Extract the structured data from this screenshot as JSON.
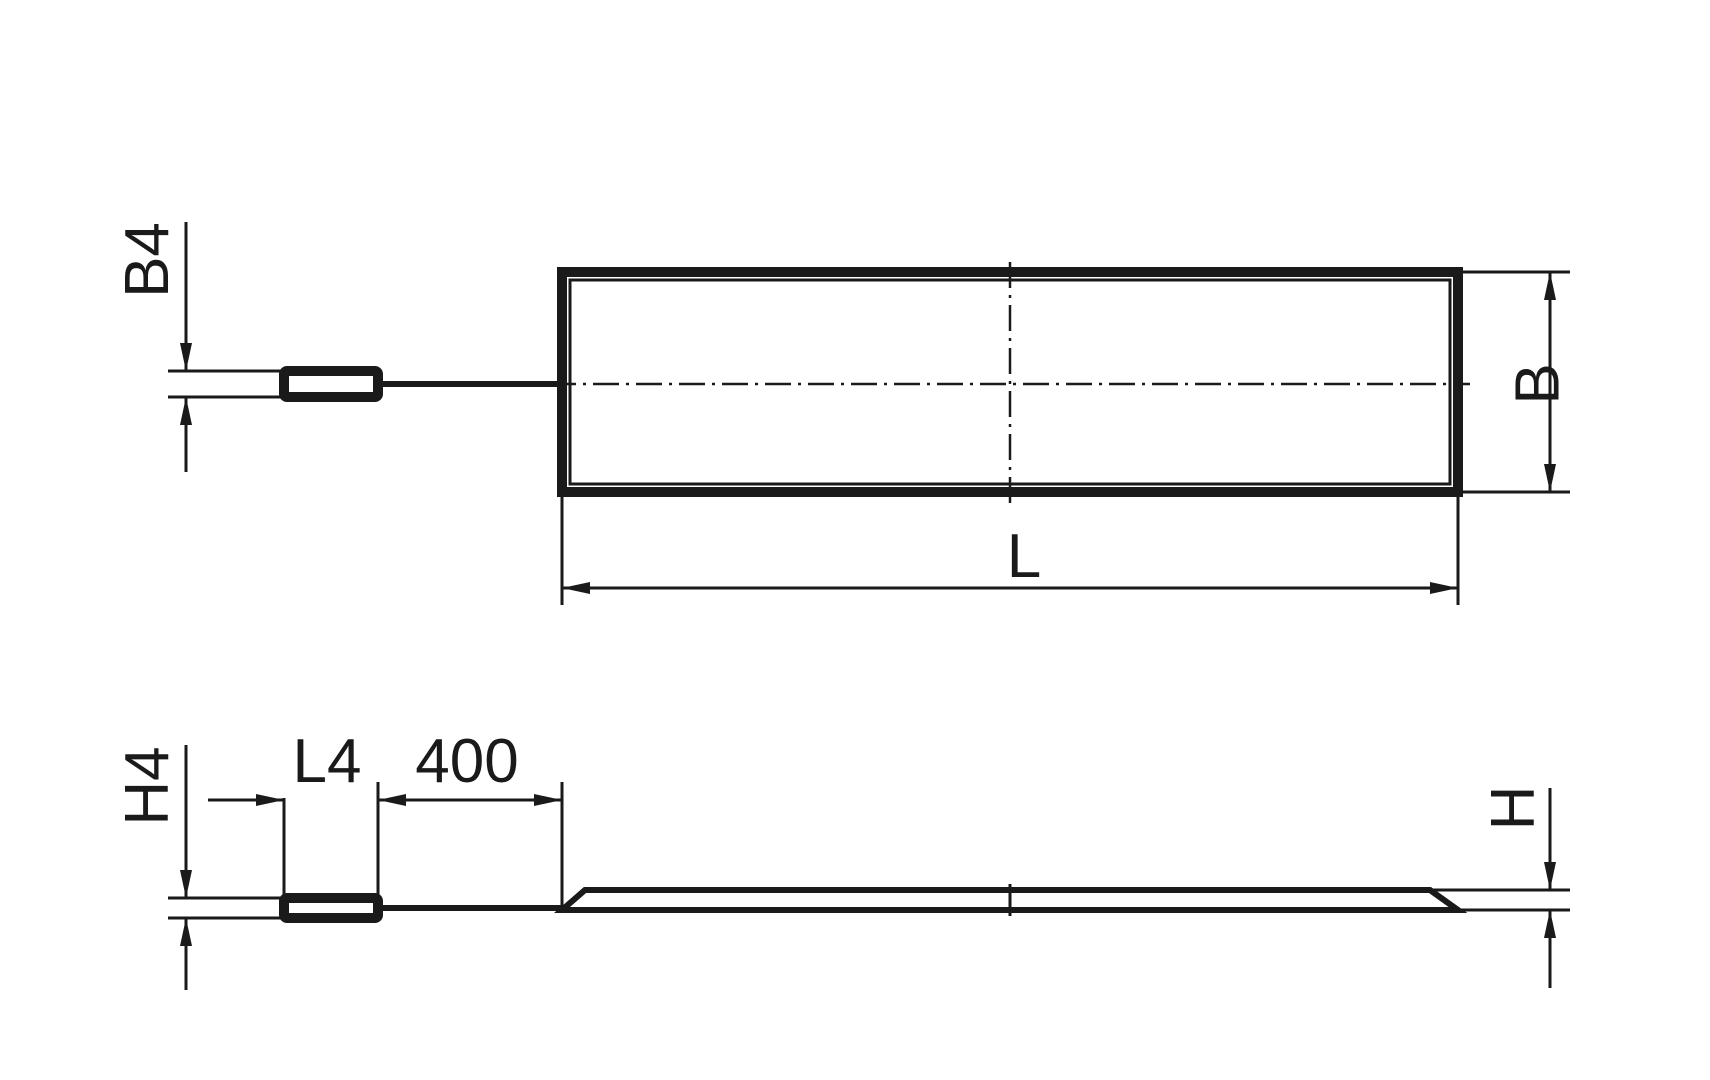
{
  "labels": {
    "B4": "B4",
    "B": "B",
    "L": "L",
    "H4": "H4",
    "L4": "L4",
    "length_400": "400",
    "H": "H"
  }
}
